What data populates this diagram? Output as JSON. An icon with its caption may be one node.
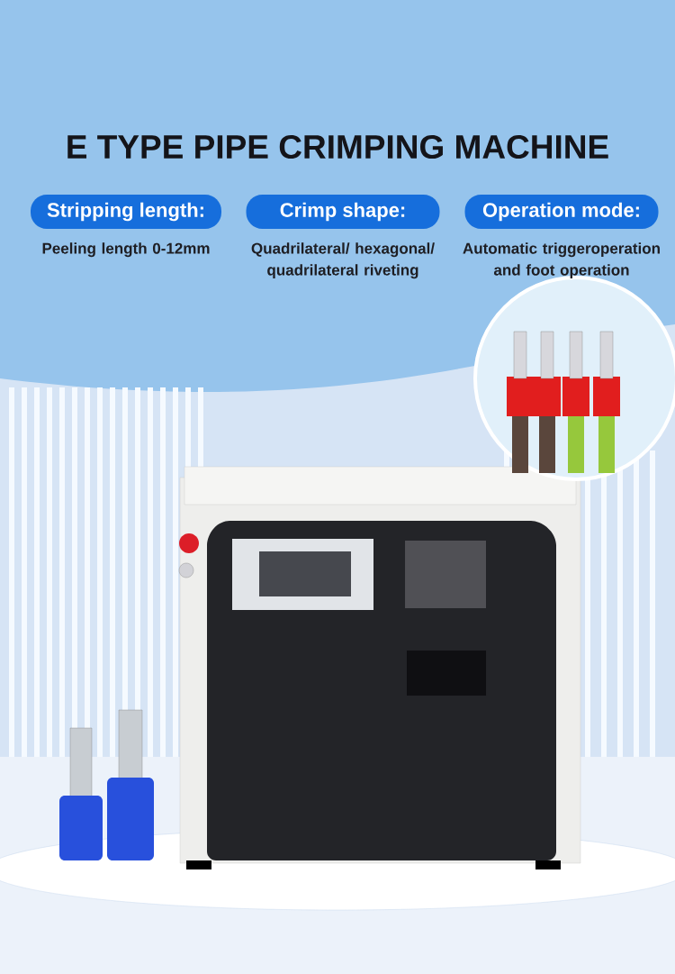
{
  "diagram": {
    "title": "E TYPE PIPE CRIMPING MACHINE",
    "nodes": [
      {
        "text": [
          "Stripping length:"
        ],
        "beside": [
          "Peeling length 0-12mm"
        ]
      },
      {
        "text": [
          "Crimp shape:"
        ],
        "beside": [
          "Quadrilateral/ hexagonal/ quadrilateral riveting"
        ]
      },
      {
        "text": [
          "Operation mode:"
        ],
        "beside": [
          "Automatic triggeroperation and foot operation"
        ]
      }
    ]
  }
}
